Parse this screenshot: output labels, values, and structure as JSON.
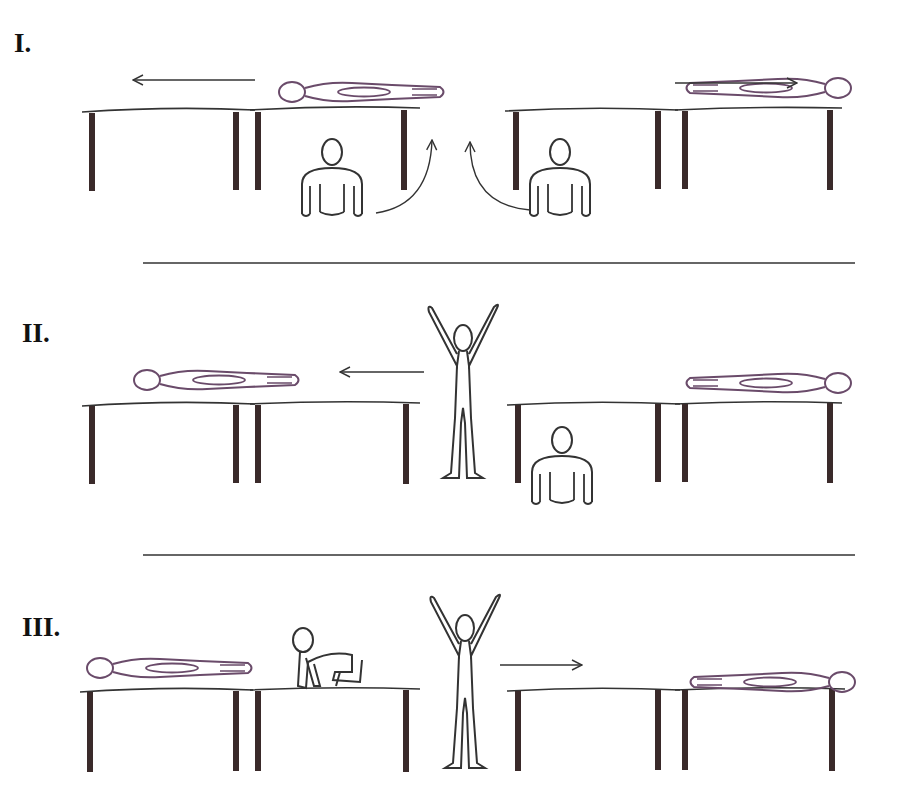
{
  "diagram": {
    "labels": [
      "I.",
      "II.",
      "III."
    ]
  }
}
